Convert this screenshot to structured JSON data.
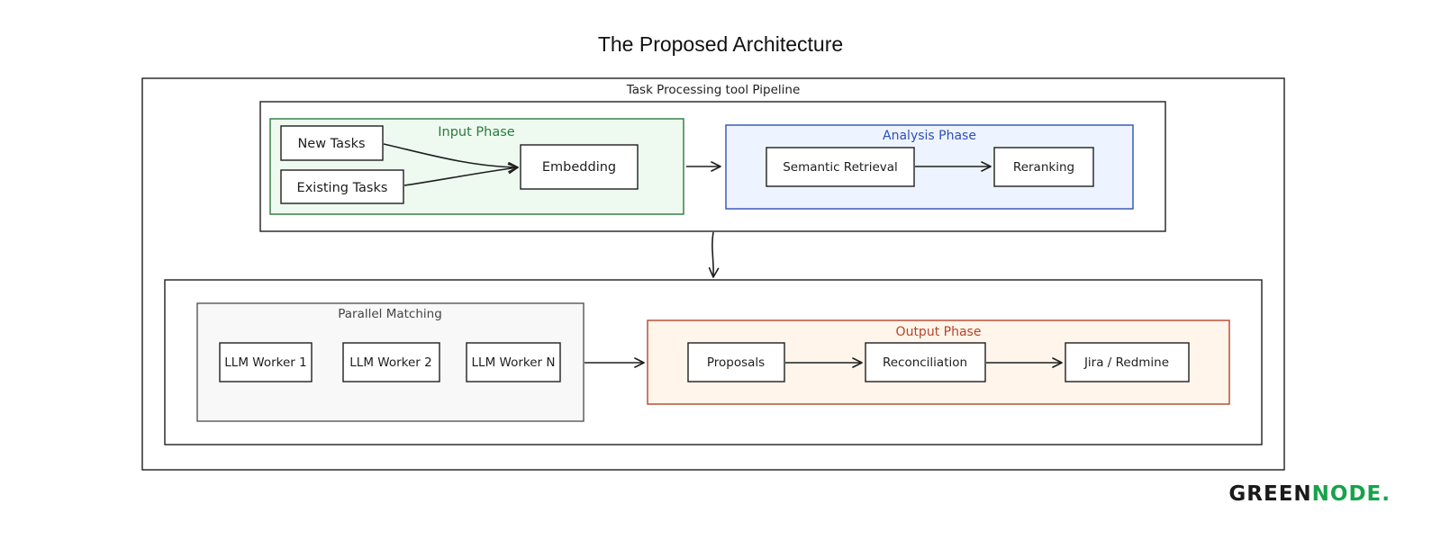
{
  "title": "The Proposed Architecture",
  "pipeline": {
    "label": "Task Processing tool Pipeline"
  },
  "input_phase": {
    "label": "Input Phase",
    "color": "#2b7a3d",
    "fill": "#eefaf0",
    "nodes": {
      "new_tasks": "New Tasks",
      "existing_tasks": "Existing Tasks",
      "embedding": "Embedding"
    }
  },
  "analysis_phase": {
    "label": "Analysis Phase",
    "color": "#2f4fb5",
    "fill": "#edf4ff",
    "nodes": {
      "semantic_retrieval": "Semantic Retrieval",
      "reranking": "Reranking"
    }
  },
  "parallel_matching": {
    "label": "Parallel Matching",
    "color": "#555555",
    "fill": "#f8f8f8",
    "workers": [
      "LLM Worker 1",
      "LLM Worker 2",
      "LLM Worker N"
    ]
  },
  "output_phase": {
    "label": "Output Phase",
    "color": "#b5442a",
    "fill": "#fff5ea",
    "nodes": {
      "proposals": "Proposals",
      "reconciliation": "Reconciliation",
      "jira_redmine": "Jira / Redmine"
    }
  },
  "logo": {
    "part1": "GREEN",
    "part2": "NODE.",
    "accent_color": "#16a34a"
  }
}
